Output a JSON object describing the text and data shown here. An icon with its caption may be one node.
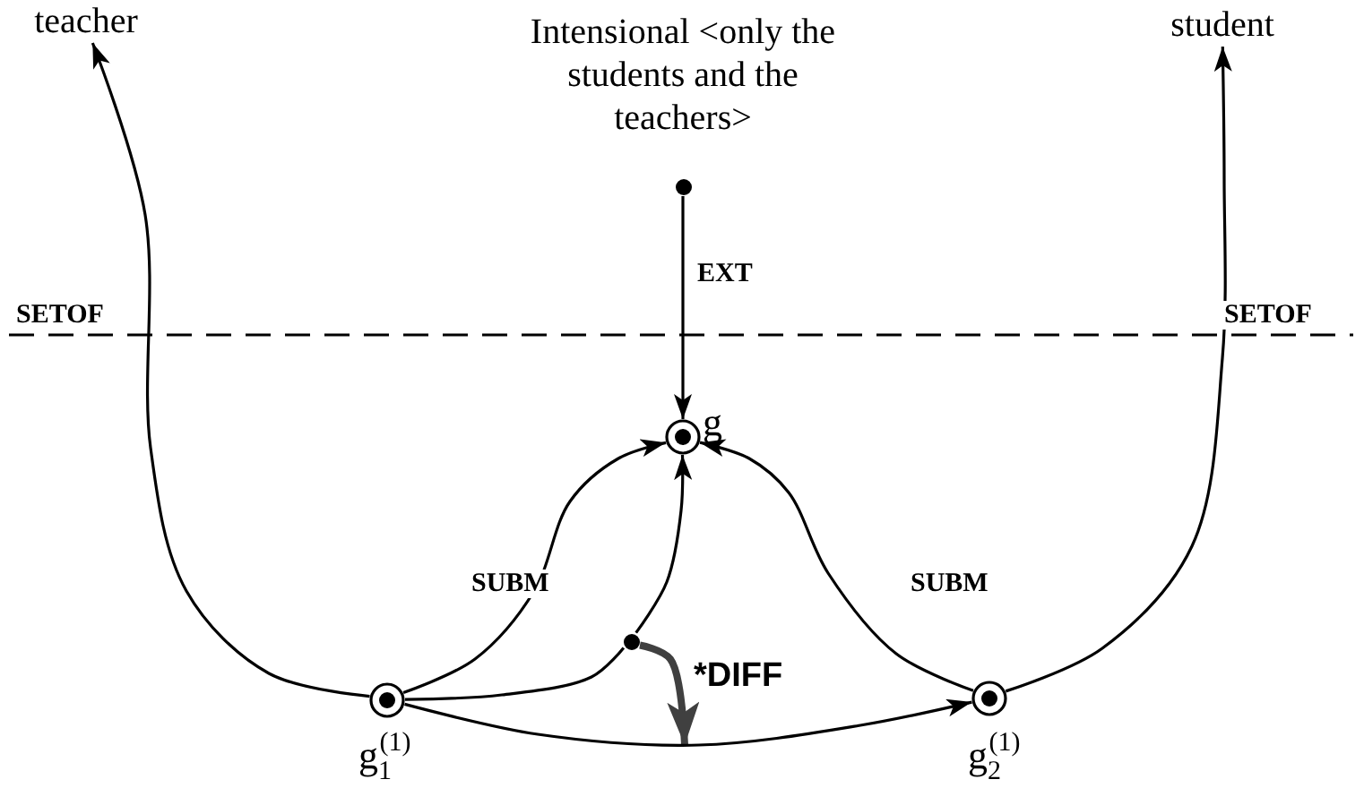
{
  "diagram": {
    "nodes": [
      {
        "text": [
          "teacher"
        ]
      },
      {
        "text": [
          "Intensional <only the students and the teachers>"
        ]
      },
      {
        "text": [],
        "shape": "circle"
      },
      {
        "text": [
          "student"
        ]
      },
      {
        "text": [],
        "shape": "circle",
        "beside": [
          "g"
        ]
      },
      {
        "text": [],
        "shape": "circle"
      },
      {
        "text": [],
        "shape": "circle",
        "beside": [
          "g$_{1}$$^{(1)}$"
        ]
      },
      {
        "text": [],
        "shape": "circle",
        "beside": [
          "g$_{2}$$^{(1)}$"
        ]
      }
    ],
    "edges": [
      {
        "from": 6,
        "to": 0,
        "arrow": "to",
        "label": "SETOF"
      },
      {
        "from": 7,
        "to": 3,
        "arrow": "to",
        "label": "SETOF"
      },
      {
        "from": 2,
        "to": 4,
        "arrow": "to",
        "label": "EXT"
      },
      {
        "from": 6,
        "to": 4,
        "arrow": "to",
        "label": "SUBM"
      },
      {
        "from": 7,
        "to": 4,
        "arrow": "to",
        "label": "SUBM"
      },
      {
        "from": 6,
        "to": 5,
        "arrow": "none"
      },
      {
        "from": 5,
        "to": 4,
        "arrow": "to"
      },
      {
        "from": 5,
        "to": null,
        "arrow": "to",
        "label": "*DIFF",
        "style": "thick",
        "color": "#404040"
      },
      {
        "from": 6,
        "to": 7,
        "arrow": "to"
      }
    ]
  }
}
